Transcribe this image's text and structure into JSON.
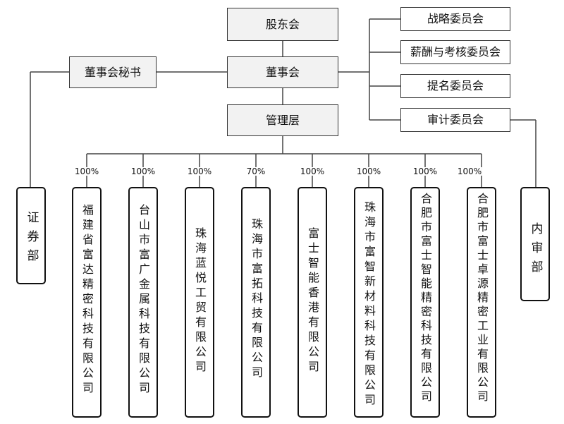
{
  "top": {
    "shareholders": "股东会",
    "board": "董事会",
    "secretary": "董事会秘书",
    "management": "管理层"
  },
  "committees": [
    "战略委员会",
    "薪酬与考核委员会",
    "提名委员会",
    "审计委员会"
  ],
  "departments": {
    "securities": "证券部",
    "internal_audit": "内审部"
  },
  "subsidiaries": [
    {
      "name": "福建省富达精密科技有限公司",
      "pct": "100%"
    },
    {
      "name": "台山市富广金属科技有限公司",
      "pct": "100%"
    },
    {
      "name": "珠海蓝悦工贸有限公司",
      "pct": "100%"
    },
    {
      "name": "珠海市富拓科技有限公司",
      "pct": "70%"
    },
    {
      "name": "富士智能香港有限公司",
      "pct": "100%"
    },
    {
      "name": "珠海市富智新材料科技有限公司",
      "pct": "100%"
    },
    {
      "name": "合肥市富士智能精密科技有限公司",
      "pct": "100%"
    },
    {
      "name": "合肥市富士卓源精密工业有限公司",
      "pct": "100%"
    }
  ]
}
